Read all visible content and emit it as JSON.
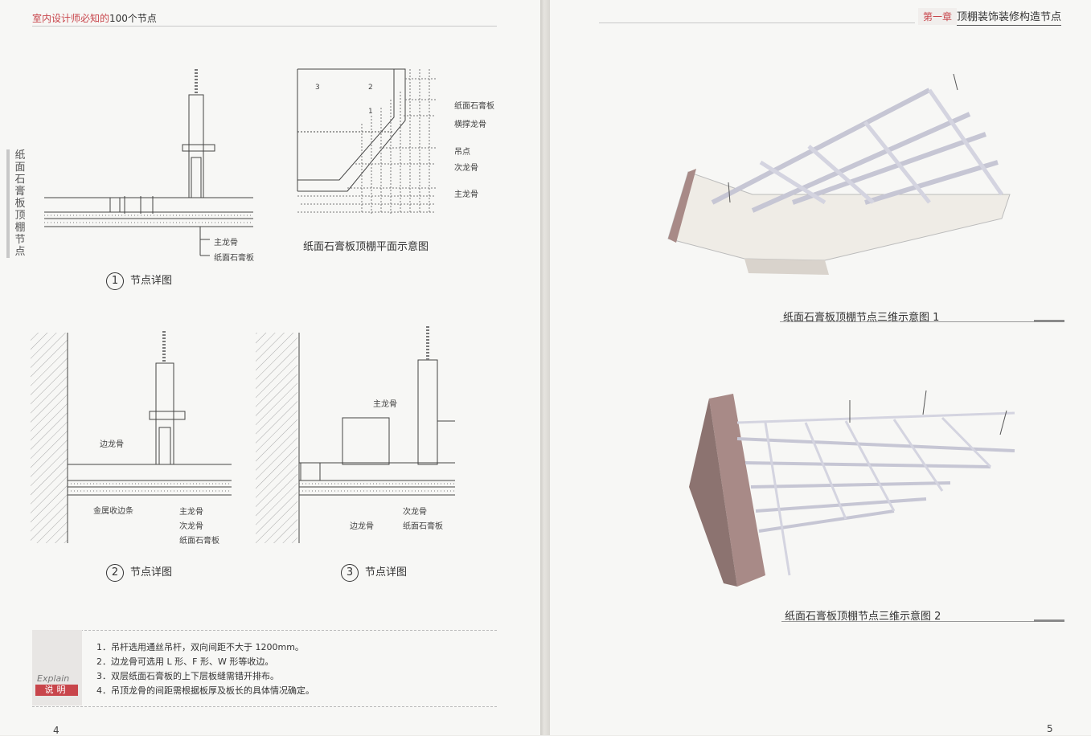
{
  "header": {
    "book_red": "室内设计师必知的",
    "book_dark": "100个节点",
    "chapter": "第一章",
    "chapter_title": "顶棚装饰装修构造节点"
  },
  "side_title": [
    "纸",
    "面",
    "石",
    "膏",
    "板",
    "顶",
    "棚",
    "节",
    "点"
  ],
  "figure1": {
    "num": "1",
    "caption": "节点详图",
    "labels": {
      "main_keel": "主龙骨",
      "board": "纸面石膏板"
    }
  },
  "plan": {
    "caption": "纸面石膏板顶棚平面示意图",
    "labels": {
      "board": "纸面石膏板",
      "cross_keel": "横撑龙骨",
      "hanger": "吊点",
      "secondary_keel": "次龙骨",
      "main_keel": "主龙骨"
    },
    "markers": [
      "3",
      "2",
      "1"
    ]
  },
  "figure2": {
    "num": "2",
    "caption": "节点详图",
    "labels": {
      "edge_keel": "边龙骨",
      "metal_strip": "金属收边条",
      "main_keel": "主龙骨",
      "secondary_keel": "次龙骨",
      "board": "纸面石膏板"
    }
  },
  "figure3": {
    "num": "3",
    "caption": "节点详图",
    "labels": {
      "main_keel": "主龙骨",
      "edge_keel": "边龙骨",
      "secondary_keel": "次龙骨",
      "board": "纸面石膏板"
    }
  },
  "views3d": [
    {
      "caption": "纸面石膏板顶棚节点三维示意图 1"
    },
    {
      "caption": "纸面石膏板顶棚节点三维示意图 2"
    }
  ],
  "explain": {
    "en": "Explain",
    "cn": "说明",
    "notes": [
      "1．吊杆选用通丝吊杆，双向间距不大于 1200mm。",
      "2．边龙骨可选用 L 形、F 形、W 形等收边。",
      "3．双层纸面石膏板的上下层板缝需错开排布。",
      "4．吊顶龙骨的间距需根据板厚及板长的具体情况确定。"
    ]
  },
  "page_numbers": {
    "left": "4",
    "right": "5"
  },
  "colors": {
    "accent": "#c8454b",
    "paper": "#f7f7f5"
  }
}
